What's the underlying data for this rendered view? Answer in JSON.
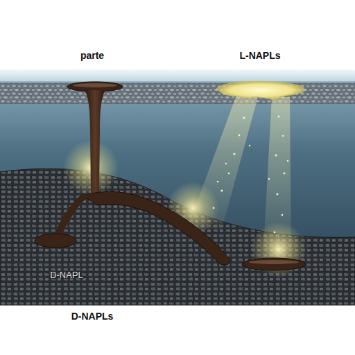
{
  "diagram": {
    "labels": [
      "parte",
      "L-NAPLs",
      "D-NAPL",
      "D-NAPLs"
    ]
  }
}
